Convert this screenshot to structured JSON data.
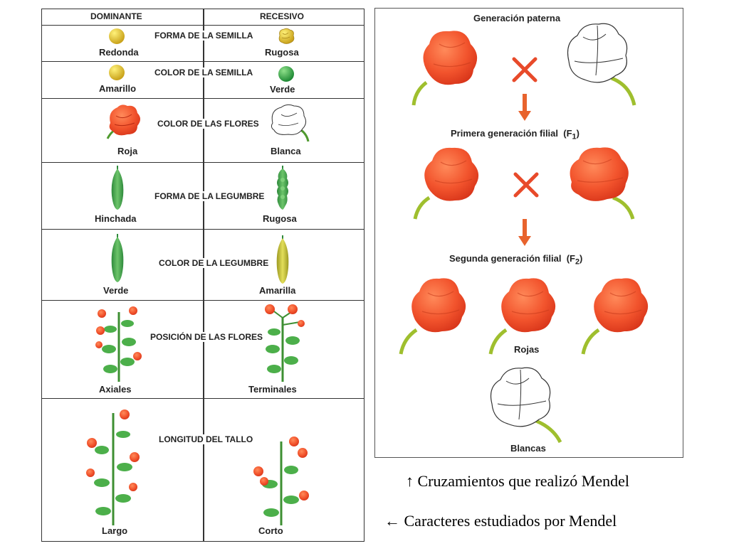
{
  "table": {
    "header_dominant": "DOMINANTE",
    "header_recessive": "RECESIVO",
    "rows": [
      {
        "trait": "FORMA DE LA SEMILLA",
        "dominant": "Redonda",
        "recessive": "Rugosa"
      },
      {
        "trait": "COLOR DE LA SEMILLA",
        "dominant": "Amarillo",
        "recessive": "Verde"
      },
      {
        "trait": "COLOR DE LAS FLORES",
        "dominant": "Roja",
        "recessive": "Blanca"
      },
      {
        "trait": "FORMA DE LA LEGUMBRE",
        "dominant": "Hinchada",
        "recessive": "Rugosa"
      },
      {
        "trait": "COLOR DE LA LEGUMBRE",
        "dominant": "Verde",
        "recessive": "Amarilla"
      },
      {
        "trait": "POSICIÓN DE LAS FLORES",
        "dominant": "Axiales",
        "recessive": "Terminales"
      },
      {
        "trait": "LONGITUD DEL TALLO",
        "dominant": "Largo",
        "recessive": "Corto"
      }
    ]
  },
  "crosses": {
    "parental": "Generación paterna",
    "f1_text": "Primera generación filial",
    "f1_tag": "(F",
    "f1_sub": "1",
    "f1_close": ")",
    "f2_text": "Segunda generación filial",
    "f2_tag": "(F",
    "f2_sub": "2",
    "f2_close": ")",
    "red_label": "Rojas",
    "white_label": "Blancas"
  },
  "captions": {
    "cruzamientos": "↑ Cruzamientos que realizó Mendel",
    "caracteres": "← Caracteres estudiados por Mendel"
  },
  "colors": {
    "red_flower": "#f2542d",
    "seed_yellow": "#e8c52a",
    "seed_green": "#3aa548",
    "pod_green": "#3f9e4a",
    "pod_yellow": "#c9c236",
    "stem": "#9fbf2e",
    "cross_mark": "#e84a2a",
    "arrow": "#e8632d"
  }
}
